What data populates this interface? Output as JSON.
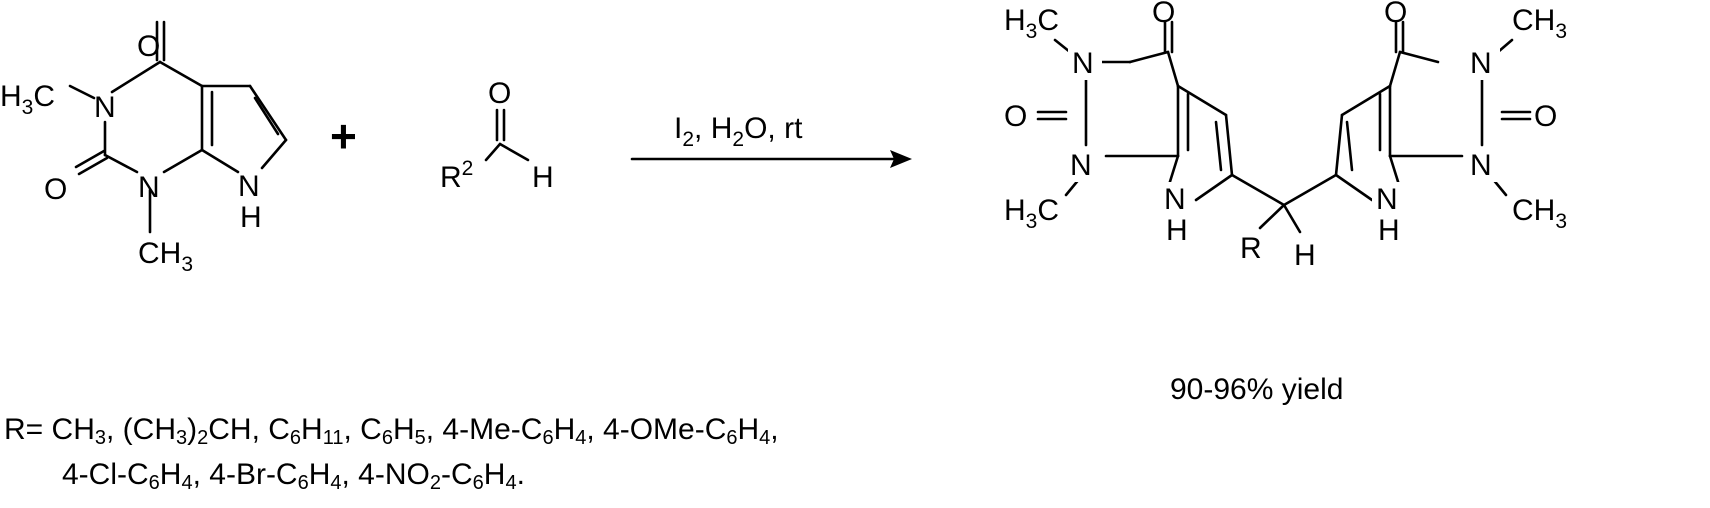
{
  "reaction": {
    "plus_sign": "+",
    "conditions": {
      "iodine_symbol": "I",
      "iodine_count": "2",
      "water_h": "H",
      "water_h_count": "2",
      "water_o": "O",
      "temperature": "rt",
      "separator": ", "
    },
    "yield": "90-96% yield"
  },
  "atoms": {
    "carbon_methyl": "C",
    "hydrogen": "H",
    "methyl_count": "3",
    "nitrogen": "N",
    "oxygen": "O",
    "nh": "H",
    "r_group": "R",
    "r2_symbol": "R",
    "r2_index": "2",
    "aldehyde_h": "H"
  },
  "substituents": {
    "prefix": "R= ",
    "line1": [
      {
        "t": "CH"
      },
      {
        "s": "3"
      },
      {
        "t": ", (CH"
      },
      {
        "s": "3"
      },
      {
        "t": ")"
      },
      {
        "s": "2"
      },
      {
        "t": "CH, C"
      },
      {
        "s": "6"
      },
      {
        "t": "H"
      },
      {
        "s": "11"
      },
      {
        "t": ", C"
      },
      {
        "s": "6"
      },
      {
        "t": "H"
      },
      {
        "s": "5"
      },
      {
        "t": ", 4-Me-C"
      },
      {
        "s": "6"
      },
      {
        "t": "H"
      },
      {
        "s": "4"
      },
      {
        "t": ", 4-OMe-C"
      },
      {
        "s": "6"
      },
      {
        "t": "H"
      },
      {
        "s": "4"
      },
      {
        "t": ","
      }
    ],
    "line2": [
      {
        "t": "4-Cl-C"
      },
      {
        "s": "6"
      },
      {
        "t": "H"
      },
      {
        "s": "4"
      },
      {
        "t": ", 4-Br-C"
      },
      {
        "s": "6"
      },
      {
        "t": "H"
      },
      {
        "s": "4"
      },
      {
        "t": ", 4-NO"
      },
      {
        "s": "2"
      },
      {
        "t": "-C"
      },
      {
        "s": "6"
      },
      {
        "t": "H"
      },
      {
        "s": "4"
      },
      {
        "t": "."
      }
    ]
  }
}
